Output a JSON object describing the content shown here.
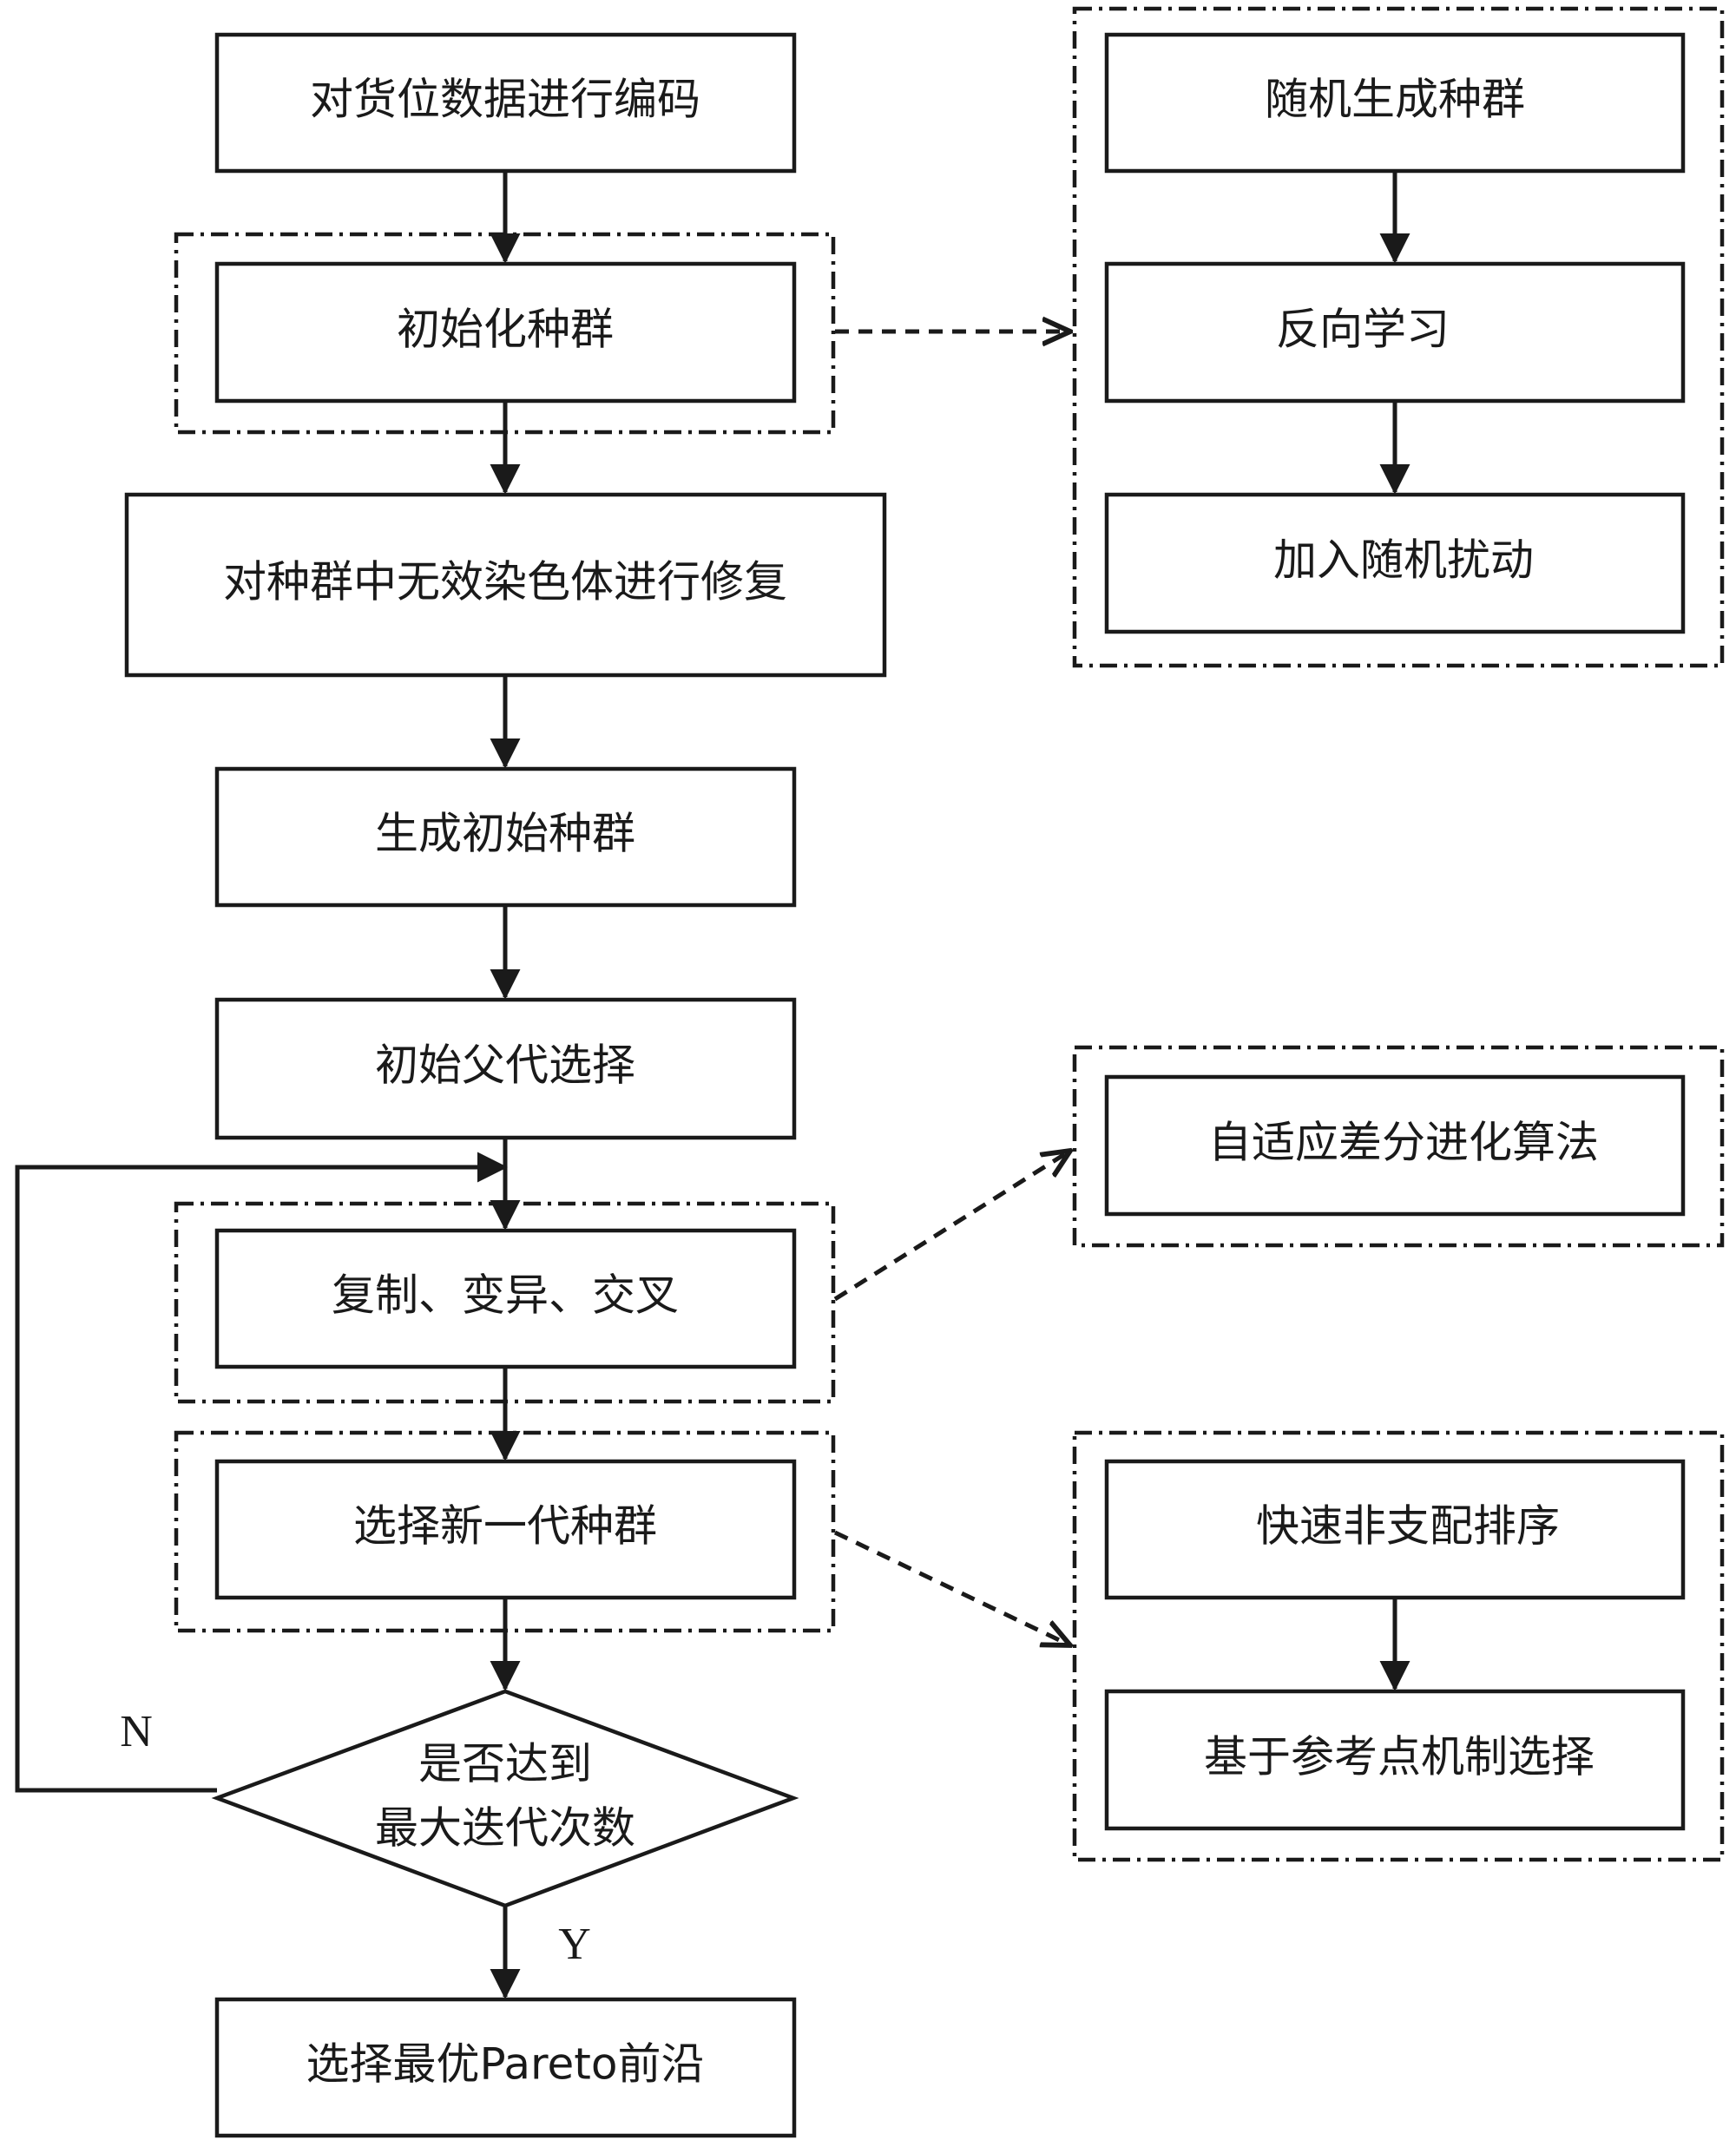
{
  "flow": {
    "encode": "对货位数据进行编码",
    "init_pop": "初始化种群",
    "repair": "对种群中无效染色体进行修复",
    "gen_initial": "生成初始种群",
    "parent_select": "初始父代选择",
    "operators": "复制、变异、交叉",
    "select_new": "选择新一代种群",
    "decision_line1": "是否达到",
    "decision_line2": "最大迭代次数",
    "final": "选择最优Pareto前沿",
    "label_no": "N",
    "label_yes": "Y"
  },
  "init_detail": {
    "random_pop": "随机生成种群",
    "opposition": "反向学习",
    "perturb": "加入随机扰动"
  },
  "de_detail": {
    "adaptive_de": "自适应差分进化算法"
  },
  "select_detail": {
    "nondominated": "快速非支配排序",
    "reference_point": "基于参考点机制选择"
  }
}
